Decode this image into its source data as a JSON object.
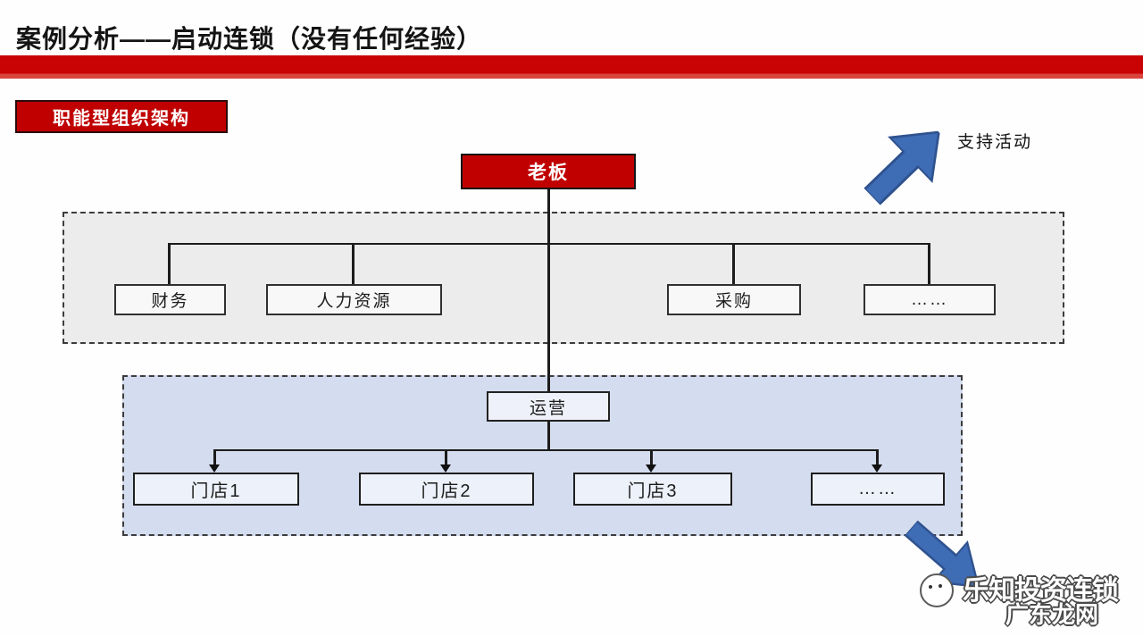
{
  "slide": {
    "title": "案例分析——启动连锁（没有任何经验）",
    "section_label": "职能型组织架构",
    "support_activity_label": "支持活动"
  },
  "org_chart": {
    "root_label": "老板",
    "support_departments": [
      "财务",
      "人力资源",
      "采购",
      "……"
    ],
    "operations_label": "运营",
    "stores": [
      "门店1",
      "门店2",
      "门店3",
      "……"
    ]
  },
  "watermark": {
    "brand_line1": "乐知投资连锁",
    "brand_line2": "广东龙网"
  },
  "icons": {
    "support_arrow": "up-right-block-arrow",
    "stores_arrow": "down-right-block-arrow",
    "mascot": "cartoon-face"
  },
  "colors": {
    "red_accent": "#c00000",
    "red_bar": "#c90303",
    "arrow_blue": "#3e6cb5",
    "support_panel_bg": "#ececec",
    "stores_panel_bg": "#d4ddef"
  }
}
